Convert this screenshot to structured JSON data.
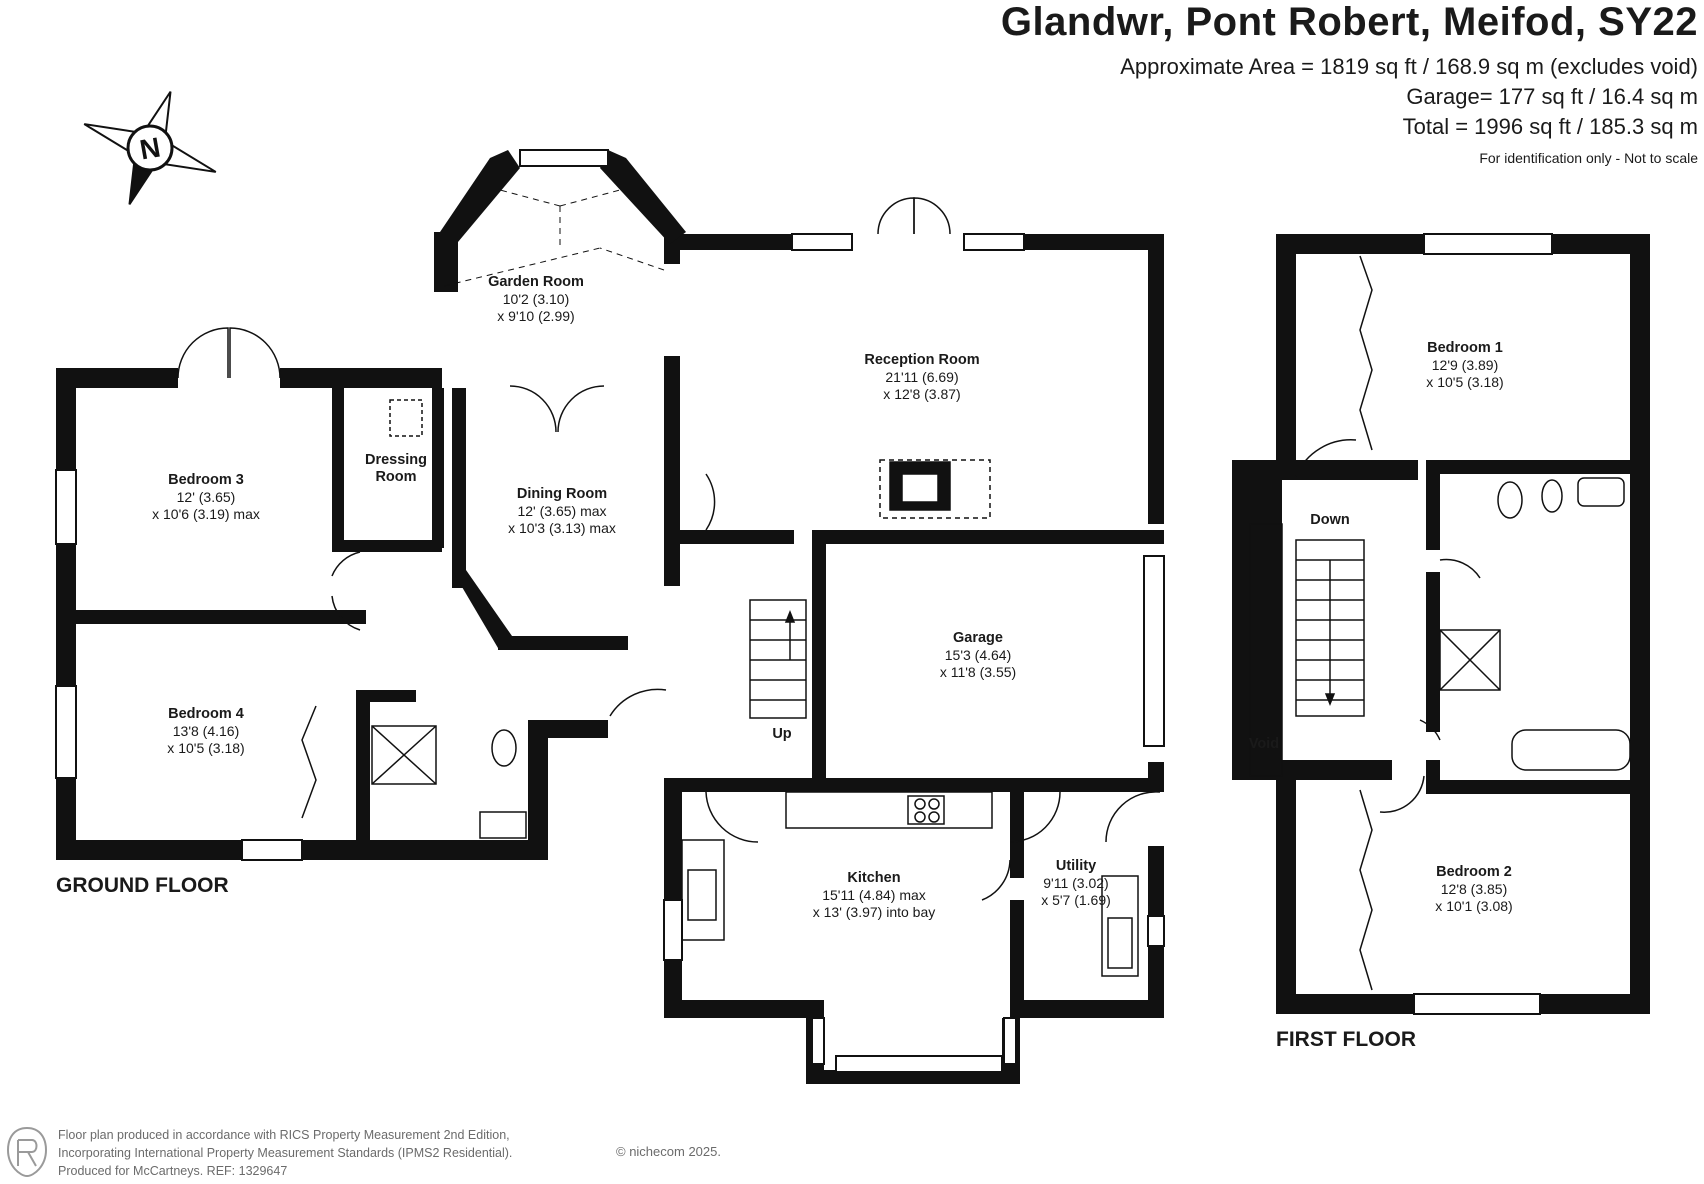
{
  "header": {
    "title": "Glandwr, Pont Robert, Meifod, SY22",
    "approx_area": "Approximate Area = 1819 sq ft / 168.9 sq m (excludes void)",
    "garage_area": "Garage= 177 sq ft / 16.4 sq m",
    "total_area": "Total = 1996 sq ft / 185.3 sq m",
    "note": "For identification only - Not to scale"
  },
  "compass": {
    "label": "N",
    "icon": "compass-north-icon"
  },
  "ground_floor": {
    "label": "GROUND FLOOR",
    "rooms": [
      {
        "key": "garden-room",
        "name": "Garden Room",
        "dims": [
          "10'2 (3.10)",
          "x 9'10 (2.99)"
        ]
      },
      {
        "key": "reception-room",
        "name": "Reception Room",
        "dims": [
          "21'11 (6.69)",
          "x 12'8 (3.87)"
        ]
      },
      {
        "key": "bedroom-3",
        "name": "Bedroom 3",
        "dims": [
          "12' (3.65)",
          "x 10'6 (3.19) max"
        ]
      },
      {
        "key": "dressing-room",
        "name": "Dressing Room",
        "dims": []
      },
      {
        "key": "dining-room",
        "name": "Dining Room",
        "dims": [
          "12' (3.65) max",
          "x 10'3 (3.13) max"
        ]
      },
      {
        "key": "garage",
        "name": "Garage",
        "dims": [
          "15'3 (4.64)",
          "x 11'8 (3.55)"
        ]
      },
      {
        "key": "bedroom-4",
        "name": "Bedroom 4",
        "dims": [
          "13'8 (4.16)",
          "x 10'5 (3.18)"
        ]
      },
      {
        "key": "kitchen",
        "name": "Kitchen",
        "dims": [
          "15'11 (4.84) max",
          "x 13' (3.97) into bay"
        ]
      },
      {
        "key": "utility",
        "name": "Utility",
        "dims": [
          "9'11 (3.02)",
          "x 5'7 (1.69)"
        ]
      }
    ],
    "stair_label": "Up"
  },
  "first_floor": {
    "label": "FIRST FLOOR",
    "rooms": [
      {
        "key": "bedroom-1",
        "name": "Bedroom 1",
        "dims": [
          "12'9 (3.89)",
          "x 10'5 (3.18)"
        ]
      },
      {
        "key": "bedroom-2",
        "name": "Bedroom 2",
        "dims": [
          "12'8 (3.85)",
          "x 10'1 (3.08)"
        ]
      }
    ],
    "stair_label": "Down",
    "void_label": "Void"
  },
  "footer": {
    "line1": "Floor plan produced in accordance with RICS Property Measurement 2nd Edition,",
    "line2": "Incorporating International Property Measurement Standards (IPMS2 Residential).",
    "line3": "Produced for McCartneys.   REF: 1329647",
    "copyright": "© nichecom 2025."
  },
  "colors": {
    "wall": "#111111",
    "text": "#1a1a1a",
    "muted": "#6b6b6b",
    "background": "#ffffff"
  }
}
